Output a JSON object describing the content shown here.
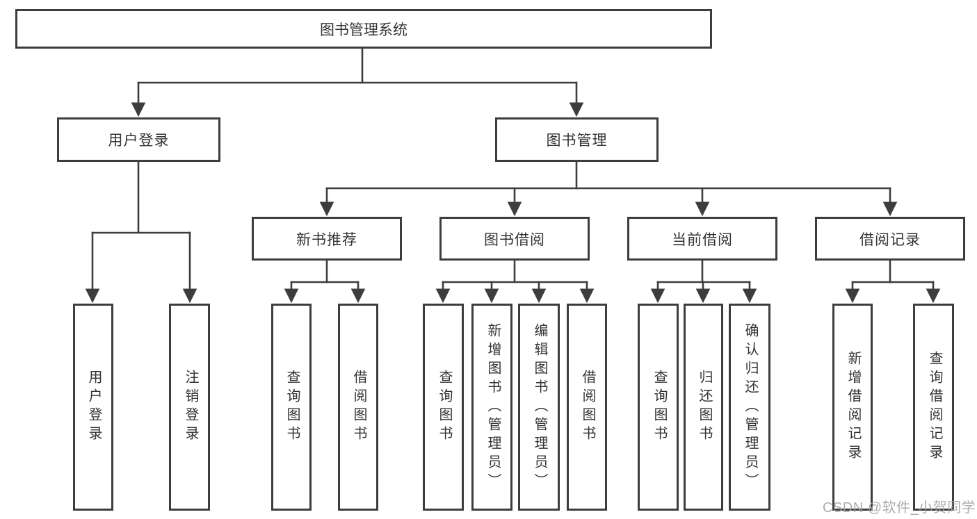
{
  "diagram": {
    "root": {
      "label": "图书管理系统"
    },
    "level2": [
      {
        "label": "用户登录"
      },
      {
        "label": "图书管理"
      }
    ],
    "level3": [
      {
        "label": "新书推荐"
      },
      {
        "label": "图书借阅"
      },
      {
        "label": "当前借阅"
      },
      {
        "label": "借阅记录"
      }
    ],
    "leaves": [
      {
        "label": "用户登录"
      },
      {
        "label": "注销登录"
      },
      {
        "label": "查询图书"
      },
      {
        "label": "借阅图书"
      },
      {
        "label": "查询图书"
      },
      {
        "label": "新增图书（管理员）"
      },
      {
        "label": "编辑图书（管理员）"
      },
      {
        "label": "借阅图书"
      },
      {
        "label": "查询图书"
      },
      {
        "label": "归还图书"
      },
      {
        "label": "确认归还（管理员）"
      },
      {
        "label": "新增借阅记录"
      },
      {
        "label": "查询借阅记录"
      }
    ]
  },
  "watermark": {
    "text": "CSDN @软件_小贺同学"
  },
  "colors": {
    "line": "#3d3d3d",
    "text": "#333333",
    "background": "#ffffff",
    "watermark": "#a4a4a4"
  }
}
